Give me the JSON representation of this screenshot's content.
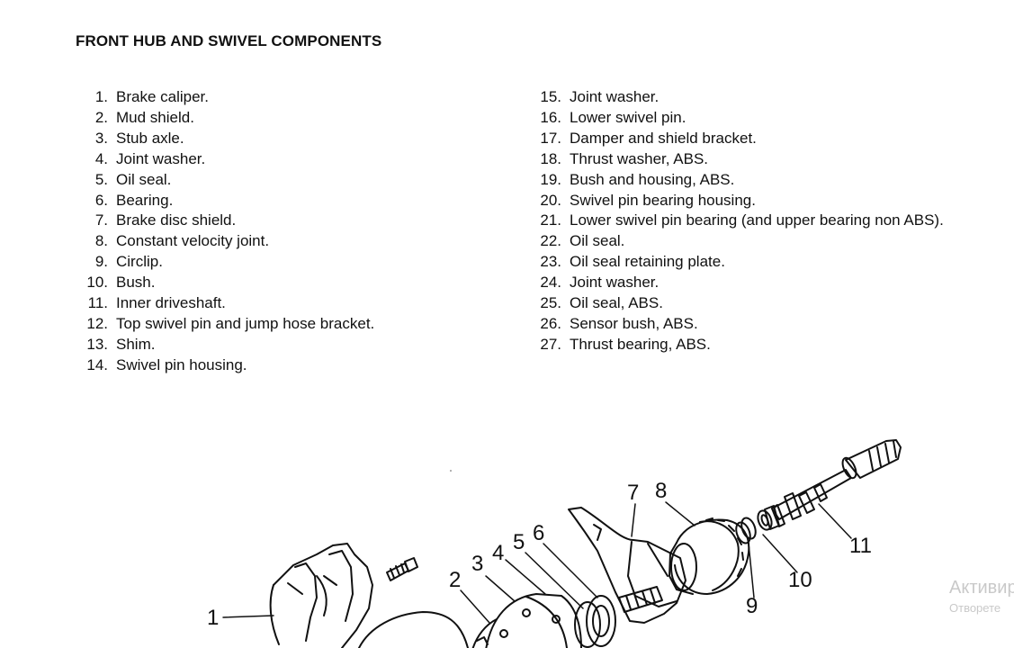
{
  "title": "FRONT HUB AND SWIVEL COMPONENTS",
  "parts_left": [
    {
      "num": "1.",
      "text": "Brake caliper."
    },
    {
      "num": "2.",
      "text": "Mud shield."
    },
    {
      "num": "3.",
      "text": "Stub axle."
    },
    {
      "num": "4.",
      "text": "Joint washer."
    },
    {
      "num": "5.",
      "text": "Oil seal."
    },
    {
      "num": "6.",
      "text": "Bearing."
    },
    {
      "num": "7.",
      "text": "Brake disc shield."
    },
    {
      "num": "8.",
      "text": "Constant velocity joint."
    },
    {
      "num": "9.",
      "text": "Circlip."
    },
    {
      "num": "10.",
      "text": "Bush."
    },
    {
      "num": "11.",
      "text": "Inner driveshaft."
    },
    {
      "num": "12.",
      "text": "Top swivel pin and jump hose bracket."
    },
    {
      "num": "13.",
      "text": "Shim."
    },
    {
      "num": "14.",
      "text": "Swivel pin housing."
    }
  ],
  "parts_right": [
    {
      "num": "15.",
      "text": "Joint washer."
    },
    {
      "num": "16.",
      "text": "Lower swivel pin."
    },
    {
      "num": "17.",
      "text": "Damper and shield bracket."
    },
    {
      "num": "18.",
      "text": "Thrust washer, ABS."
    },
    {
      "num": "19.",
      "text": "Bush and housing, ABS."
    },
    {
      "num": "20.",
      "text": "Swivel pin bearing housing."
    },
    {
      "num": "21.",
      "text": "Lower swivel pin bearing (and upper bearing non ABS)."
    },
    {
      "num": "22.",
      "text": "Oil seal."
    },
    {
      "num": "23.",
      "text": "Oil seal retaining plate."
    },
    {
      "num": "24.",
      "text": "Joint washer."
    },
    {
      "num": "25.",
      "text": "Oil seal, ABS."
    },
    {
      "num": "26.",
      "text": "Sensor bush, ABS."
    },
    {
      "num": "27.",
      "text": "Thrust bearing, ABS."
    }
  ],
  "diagram_callouts": [
    "1",
    "2",
    "3",
    "4",
    "5",
    "6",
    "7",
    "8",
    "9",
    "10",
    "11"
  ],
  "activation_notice": {
    "line1": "Активир",
    "line2": "Отворете"
  }
}
